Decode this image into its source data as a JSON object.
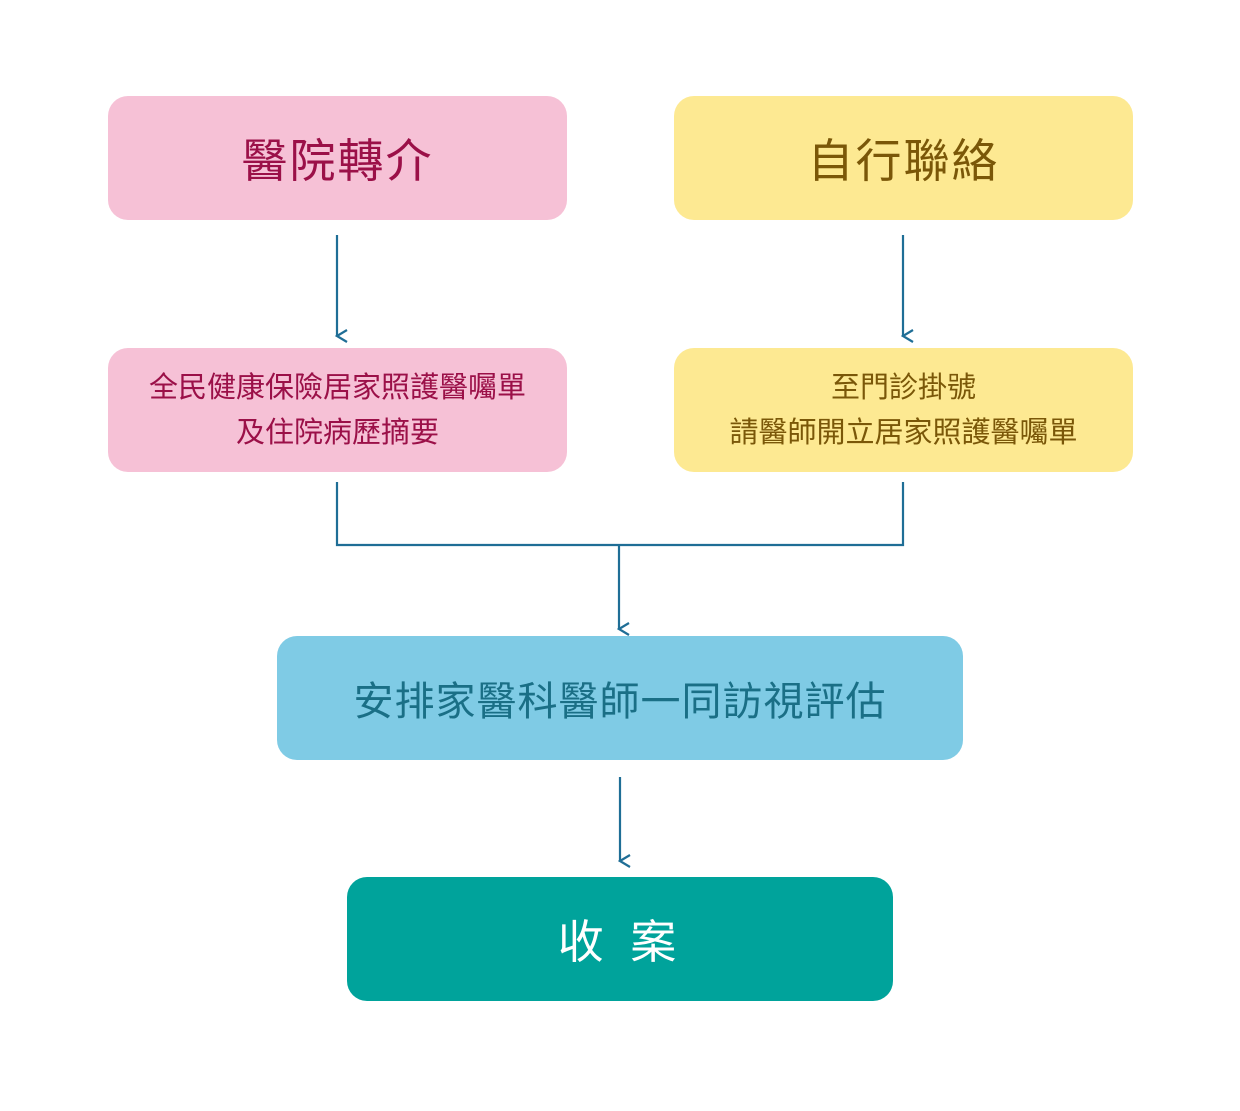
{
  "colors": {
    "pink_bg": "#f6c1d6",
    "pink_text": "#9b1048",
    "yellow_bg": "#fde992",
    "yellow_text": "#7a5708",
    "blue_bg": "#7fcbe5",
    "blue_text": "#1a6f86",
    "teal_bg": "#00a39b",
    "teal_text": "#ffffff",
    "arrow": "#1f6e96"
  },
  "nodes": {
    "referral": {
      "label": "醫院轉介"
    },
    "self_contact": {
      "label": "自行聯絡"
    },
    "insurance_docs": {
      "line1": "全民健康保險居家照護醫囑單",
      "line2": "及住院病歷摘要"
    },
    "clinic_visit": {
      "line1": "至門診掛號",
      "line2": "請醫師開立居家照護醫囑單"
    },
    "home_visit": {
      "label": "安排家醫科醫師一同訪視評估"
    },
    "case_closed": {
      "label": "收 案"
    }
  }
}
